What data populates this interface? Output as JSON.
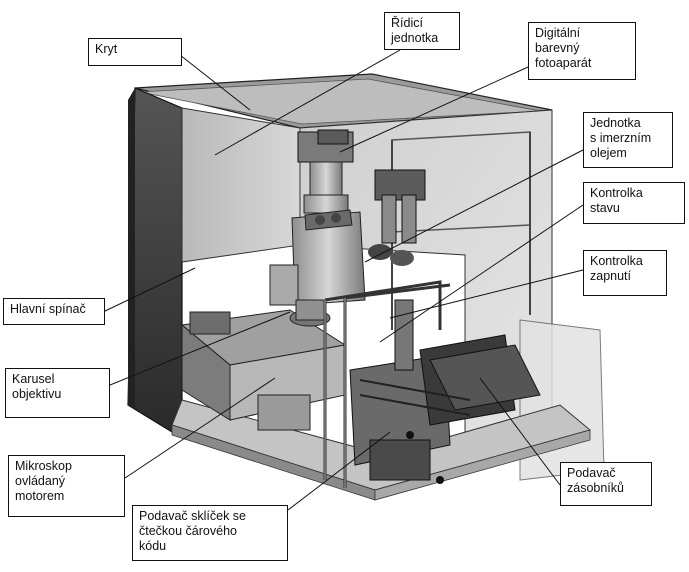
{
  "labels": {
    "kryt": "Kryt",
    "ridici_jednotka": "Řídicí\njednotka",
    "digitalni_fotoaparat": "Digitální\nbarevný\nfotoaparát",
    "imerzni_jednotka": "Jednotka\ns imerzním\nolejem",
    "kontrolka_stavu": "Kontrolka\nstavu",
    "kontrolka_zapnuti": "Kontrolka\nzapnutí",
    "hlavni_spinac": "Hlavní spínač",
    "karusel_objektivu": "Karusel\nobjektivu",
    "mikroskop_motorem": "Mikroskop\novládaný\nmotorem",
    "podavac_sklicek": "Podavač sklíček se\nčtečkou čárového\nkódu",
    "podavac_zasobniku": "Podavač\nzásobníků"
  }
}
